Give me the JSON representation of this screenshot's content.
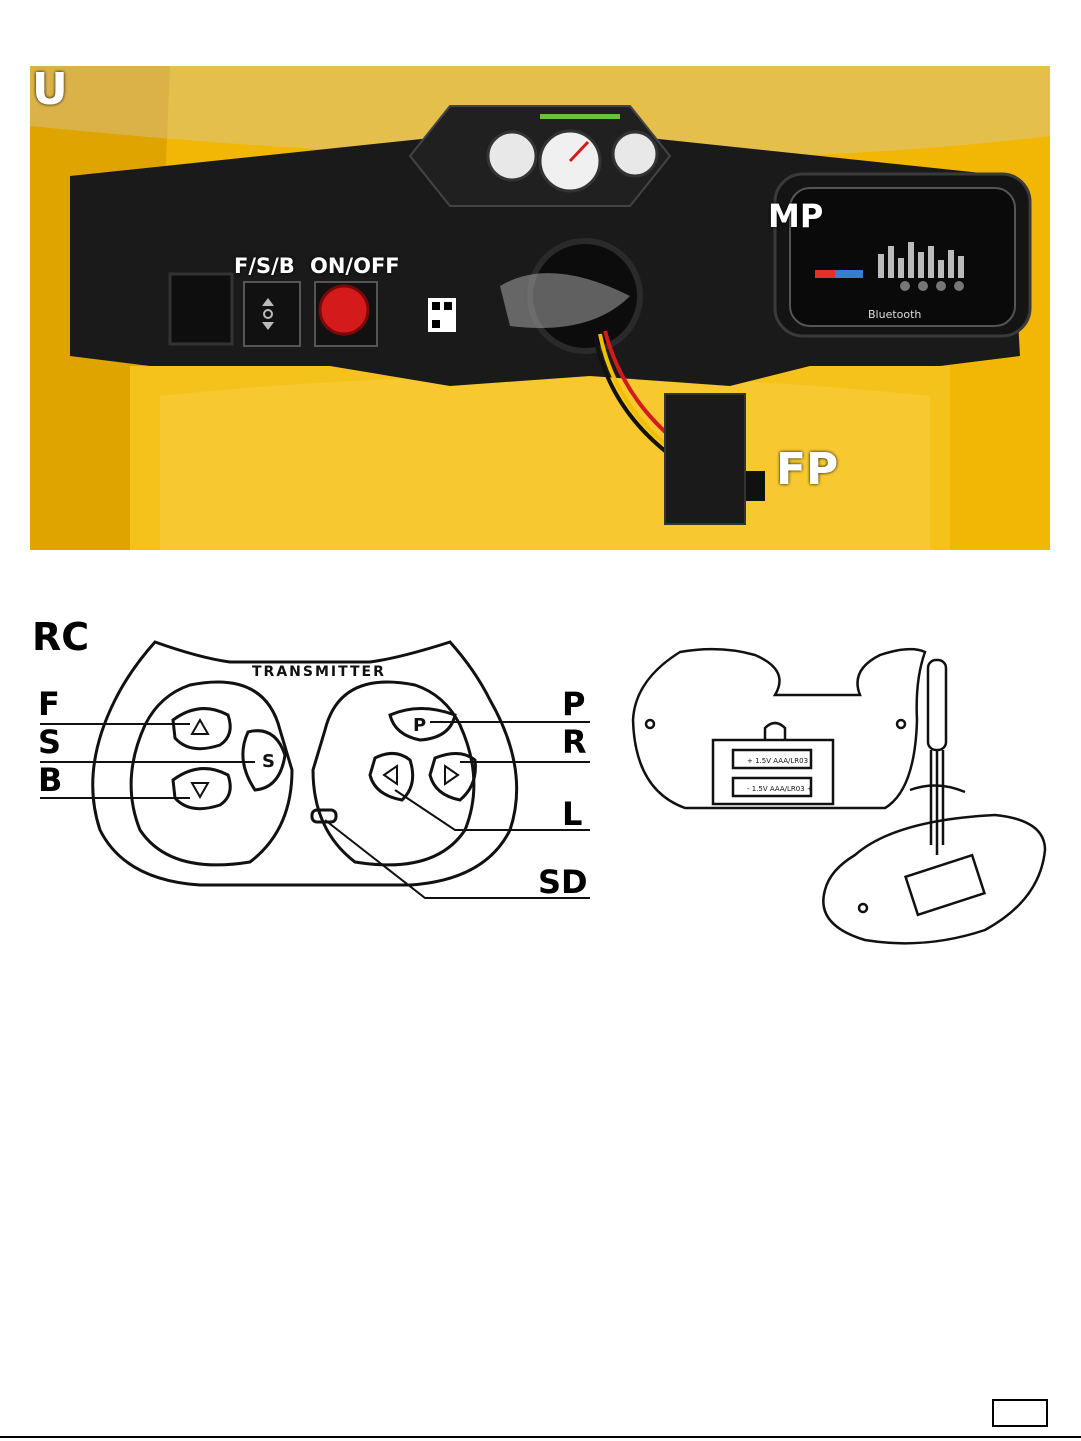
{
  "photo": {
    "section_label": "U",
    "labels": {
      "fsb": "F/S/B",
      "on_off": "ON/OFF",
      "mp": "MP",
      "fp": "FP"
    },
    "bluetooth_text": "Bluetooth"
  },
  "remote": {
    "section_label": "RC",
    "transmitter_text": "TRANSMITTER",
    "button_p": "P",
    "button_s": "S",
    "callouts": {
      "f": "F",
      "s": "S",
      "b": "B",
      "p": "P",
      "r": "R",
      "l": "L",
      "sd": "SD"
    }
  },
  "battery": {
    "cell_top": "+ 1.5V AAA/LR03 -",
    "cell_bottom": "- 1.5V AAA/LR03 +"
  },
  "colors": {
    "car_yellow": "#f2b705",
    "dash_black": "#1a1a1a",
    "switch_red": "#d41a1a"
  }
}
